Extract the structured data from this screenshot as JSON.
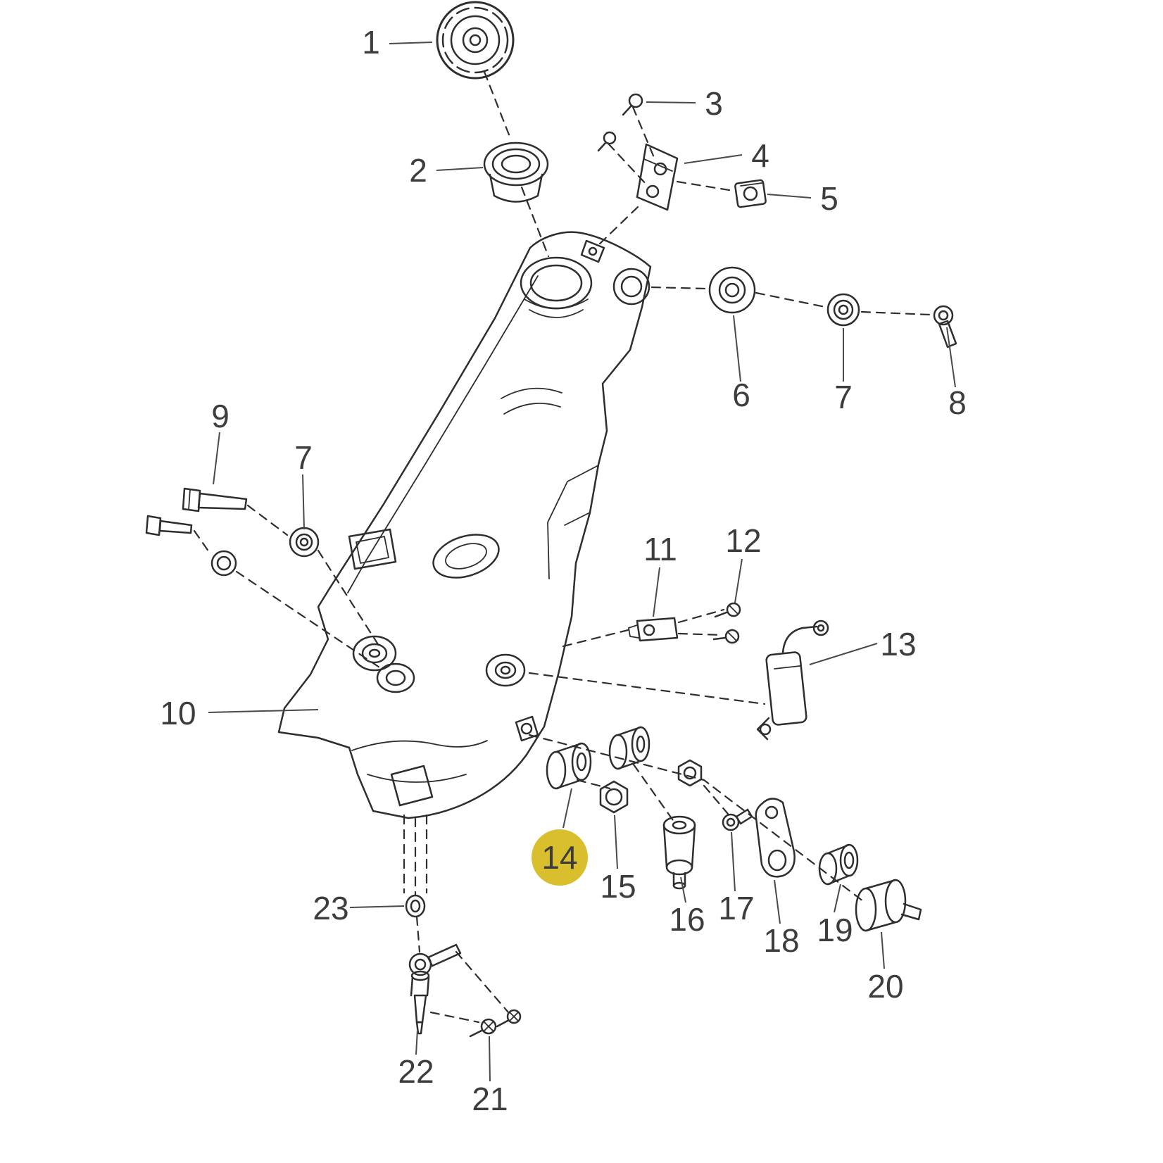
{
  "diagram": {
    "type": "exploded-parts-diagram",
    "background": "#ffffff",
    "line_color": "#2e2e2e",
    "label_color": "#3d3d3d",
    "highlight": {
      "label": "14",
      "color": "#d9bf2e"
    },
    "labels": [
      {
        "text": "1"
      },
      {
        "text": "2"
      },
      {
        "text": "3"
      },
      {
        "text": "4"
      },
      {
        "text": "5"
      },
      {
        "text": "6"
      },
      {
        "text": "7"
      },
      {
        "text": "8"
      },
      {
        "text": "9"
      },
      {
        "text": "7"
      },
      {
        "text": "10"
      },
      {
        "text": "11"
      },
      {
        "text": "12"
      },
      {
        "text": "13"
      },
      {
        "text": "14",
        "highlighted": true
      },
      {
        "text": "15"
      },
      {
        "text": "16"
      },
      {
        "text": "17"
      },
      {
        "text": "18"
      },
      {
        "text": "19"
      },
      {
        "text": "20"
      },
      {
        "text": "21"
      },
      {
        "text": "22"
      },
      {
        "text": "23"
      }
    ]
  }
}
